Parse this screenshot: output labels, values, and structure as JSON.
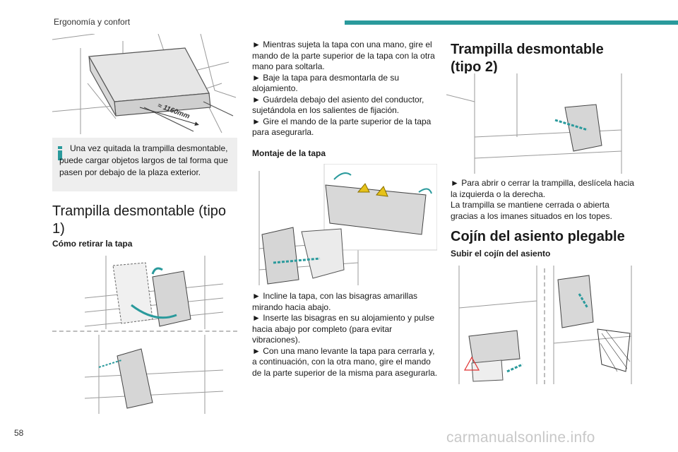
{
  "header": {
    "section": "Ergonomía y confort",
    "accent_color": "#2a9a9c"
  },
  "page_number": "58",
  "watermark": "carmanualsonline.info",
  "col1": {
    "figure1": {
      "dimension_label": "≈ 1160mm"
    },
    "note": {
      "icon": "info-icon",
      "text": "Una vez quitada la trampilla desmontable, puede cargar objetos largos de tal forma que pasen por debajo de la plaza exterior."
    },
    "title": "Trampilla desmontable (tipo 1)",
    "subtitle": "Cómo retirar la tapa"
  },
  "col2": {
    "steps1": [
      "► Mientras sujeta la tapa con una mano, gire el mando de la parte superior de la tapa con la otra mano para soltarla.",
      "► Baje la tapa para desmontarla de su alojamiento.",
      "► Guárdela debajo del asiento del conductor, sujetándola en los salientes de fijación.",
      "► Gire el mando de la parte superior de la tapa para asegurarla."
    ],
    "subtitle": "Montaje de la tapa",
    "steps2": [
      "► Incline la tapa, con las bisagras amarillas mirando hacia abajo.",
      "► Inserte las bisagras en su alojamiento y pulse hacia abajo por completo (para evitar vibraciones).",
      "► Con una mano levante la tapa para cerrarla y, a continuación, con la otra mano, gire el mando de la parte superior de la misma para asegurarla."
    ]
  },
  "col3": {
    "title": "Trampilla desmontable (tipo 2)",
    "steps": [
      "► Para abrir o cerrar la trampilla, deslícela hacia la izquierda o la derecha.",
      "La trampilla se mantiene cerrada o abierta gracias a los imanes situados en los topes."
    ],
    "title2": "Cojín del asiento plegable",
    "subtitle": "Subir el cojín del asiento"
  }
}
